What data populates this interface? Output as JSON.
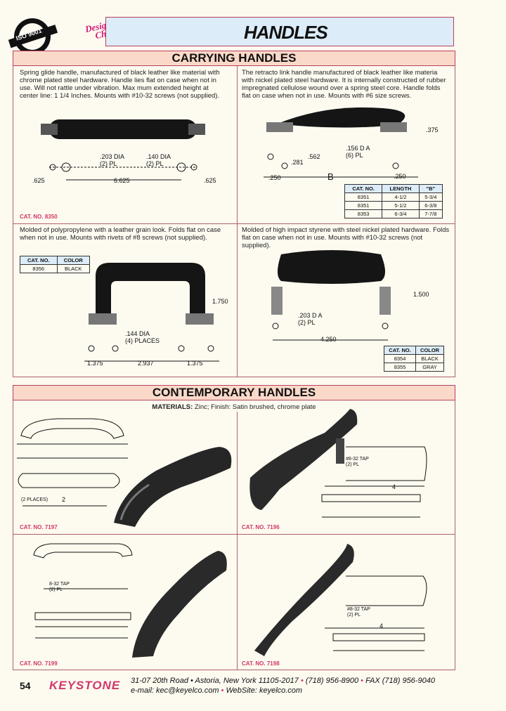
{
  "header": {
    "seal_text": "ISO 9001",
    "designers_line1": "Designers'",
    "designers_line2": "Choice",
    "page_title": "HANDLES"
  },
  "carrying": {
    "section_title": "CARRYING HANDLES",
    "item_8350": {
      "description": "Spring glide handle, manufactured of black leather like material with chrome plated steel hardware. Handle lies flat on case when not in use. Will not rattle under vibration. Max mum extended height at center line: 1 1/4 Inches. Mounts with #10-32 screws (not supplied).",
      "dim_hole": ".203 DIA\n(2) PL",
      "dim_hole2": ".140 DIA\n(2) PL",
      "dim_left": ".625",
      "dim_center": "6.625",
      "dim_right": ".625",
      "cat_no": "CAT. NO. 8350"
    },
    "item_835x": {
      "description": "The retracto link handle manufactured of black leather like materia with nickel plated steel hardware. It is internally constructed of rubber impregnated cellulose wound over a spring steel core. Handle folds flat on case when not in use. Mounts with #6 size screws.",
      "length_label": "LENGTH",
      "dim_375": ".375",
      "dim_562": ".562",
      "dim_281": ".281",
      "dim_hole": ".156 D A\n(6) PL",
      "dim_250a": ".250",
      "dim_b": "B",
      "dim_250b": ".250",
      "table_headers": [
        "CAT. NO.",
        "LENGTH",
        "\"B\""
      ],
      "table_rows": [
        [
          "8351",
          "4-1/2",
          "5-3/4"
        ],
        [
          "8351",
          "5-1/2",
          "6-3/8"
        ],
        [
          "8353",
          "6-3/4",
          "7-7/8"
        ]
      ]
    },
    "item_8356": {
      "description": "Molded of polypropylene with a leather grain look. Folds flat on case when not in use. Mounts with rivets of #8 screws (not supplied).",
      "table_headers": [
        "CAT. NO.",
        "COLOR"
      ],
      "table_rows": [
        [
          "8356",
          "BLACK"
        ]
      ],
      "dim_height": "1.750",
      "dim_hole": ".144 DIA\n(4) PLACES",
      "dim_left": "1.375",
      "dim_center": "2.937",
      "dim_right": "1.375"
    },
    "item_8354": {
      "description": "Molded of high impact styrene with steel nickel plated hardware. Folds flat on case when not in use. Mounts with #10-32 screws (not supplied).",
      "dim_height": "1.500",
      "dim_hole": ".203 D A\n(2) PL",
      "dim_width": "4.250",
      "table_headers": [
        "CAT. NO.",
        "COLOR"
      ],
      "table_rows": [
        [
          "8354",
          "BLACK"
        ],
        [
          "8355",
          "GRAY"
        ]
      ]
    }
  },
  "contemporary": {
    "section_title": "CONTEMPORARY HANDLES",
    "materials_label": "MATERIALS:",
    "materials_text": " Zinc; Finish: Satin brushed, chrome plate",
    "cat_7197": "CAT. NO. 7197",
    "cat_7196": "CAT. NO. 7196",
    "cat_7199": "CAT. NO. 7199",
    "cat_7198": "CAT. NO. 7198",
    "dim_7197_places": "(2 PLACES)",
    "dim_7197_two": "2",
    "dim_7196_four": "4",
    "dim_7196_tap": "#8-32 TAP\n(2) PL",
    "dim_7199_tap": "8-32 TAP\n(2) PL",
    "dim_7198_four": "4",
    "dim_7198_tap": "#8-32 TAP\n(2) PL"
  },
  "footer": {
    "page_number": "54",
    "brand": "KEYSTONE",
    "address": "31-07 20th Road • Astoria, New York 11105-2017",
    "phone": "(718) 956-8900",
    "fax": "FAX (718) 956-9040",
    "email": "e-mail: kec@keyelco.com",
    "website": "WebSite: keyelco.com"
  }
}
